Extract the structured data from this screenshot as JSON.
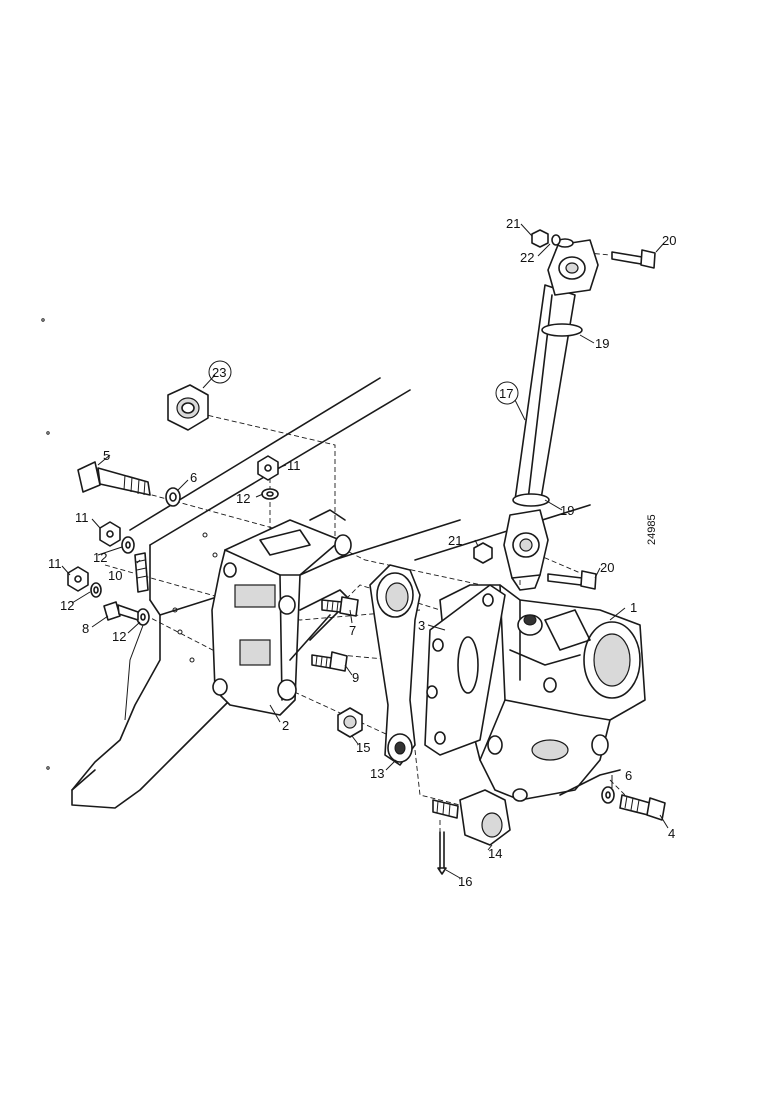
{
  "diagram": {
    "reference_number": "24985",
    "callouts": [
      {
        "id": "1",
        "label": "1"
      },
      {
        "id": "2",
        "label": "2"
      },
      {
        "id": "3",
        "label": "3"
      },
      {
        "id": "4",
        "label": "4"
      },
      {
        "id": "5",
        "label": "5"
      },
      {
        "id": "6a",
        "label": "6"
      },
      {
        "id": "6b",
        "label": "6"
      },
      {
        "id": "7",
        "label": "7"
      },
      {
        "id": "8",
        "label": "8"
      },
      {
        "id": "9",
        "label": "9"
      },
      {
        "id": "10",
        "label": "10"
      },
      {
        "id": "11a",
        "label": "11"
      },
      {
        "id": "11b",
        "label": "11"
      },
      {
        "id": "11c",
        "label": "11"
      },
      {
        "id": "12a",
        "label": "12"
      },
      {
        "id": "12b",
        "label": "12"
      },
      {
        "id": "12c",
        "label": "12"
      },
      {
        "id": "12d",
        "label": "12"
      },
      {
        "id": "13",
        "label": "13"
      },
      {
        "id": "14",
        "label": "14"
      },
      {
        "id": "15",
        "label": "15"
      },
      {
        "id": "16",
        "label": "16"
      },
      {
        "id": "17",
        "label": "17"
      },
      {
        "id": "19a",
        "label": "19"
      },
      {
        "id": "19b",
        "label": "19"
      },
      {
        "id": "20a",
        "label": "20"
      },
      {
        "id": "20b",
        "label": "20"
      },
      {
        "id": "21a",
        "label": "21"
      },
      {
        "id": "21b",
        "label": "21"
      },
      {
        "id": "22",
        "label": "22"
      },
      {
        "id": "23",
        "label": "23"
      }
    ]
  }
}
